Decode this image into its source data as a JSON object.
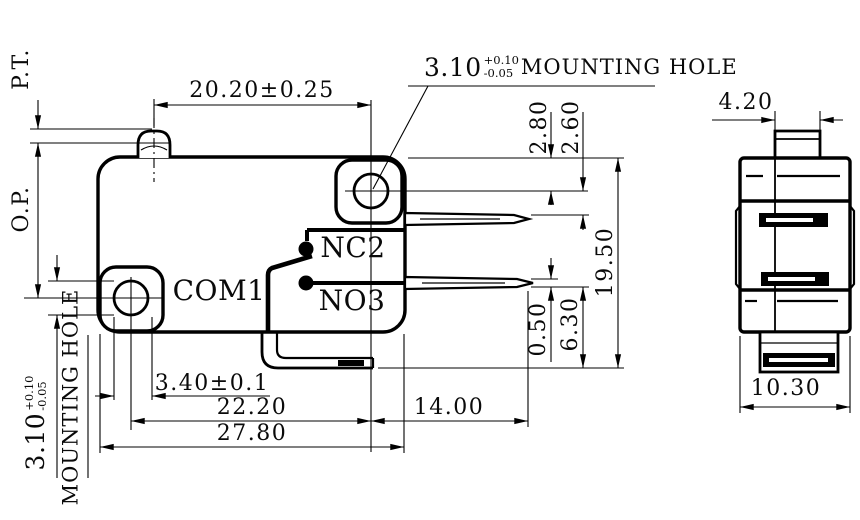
{
  "meta": {
    "type": "technical dimensional drawing",
    "subject": "micro switch (SPDT) front and side views",
    "background": "#ffffff",
    "line_color": "#000000"
  },
  "front": {
    "labels": {
      "com": "COM1",
      "nc": "NC2",
      "no": "NO3"
    },
    "note": {
      "dia": "3.10",
      "tol_plus": "+0.10",
      "tol_minus": "-0.05",
      "text": "MOUNTING HOLE"
    },
    "left": {
      "pretravel": "P.T.",
      "op": "O.P.",
      "hole_dia": "3.10",
      "hole_tol_plus": "+0.10",
      "hole_tol_minus": "-0.05",
      "hole_label": "MOUNTING HOLE"
    },
    "dims": {
      "pin_span": "20.20±0.25",
      "top_to_hole": "2.80",
      "hole_to_terminal": "2.60",
      "overall_height": "19.50",
      "terminal_thickness": "0.50",
      "terminal_drop": "6.30",
      "hole_offset": "3.40±0.1",
      "hole_spacing": "22.20",
      "terminal_length": "14.00",
      "body_width": "27.80"
    }
  },
  "side": {
    "dims": {
      "button_width": "4.20",
      "body_depth": "10.30"
    }
  }
}
